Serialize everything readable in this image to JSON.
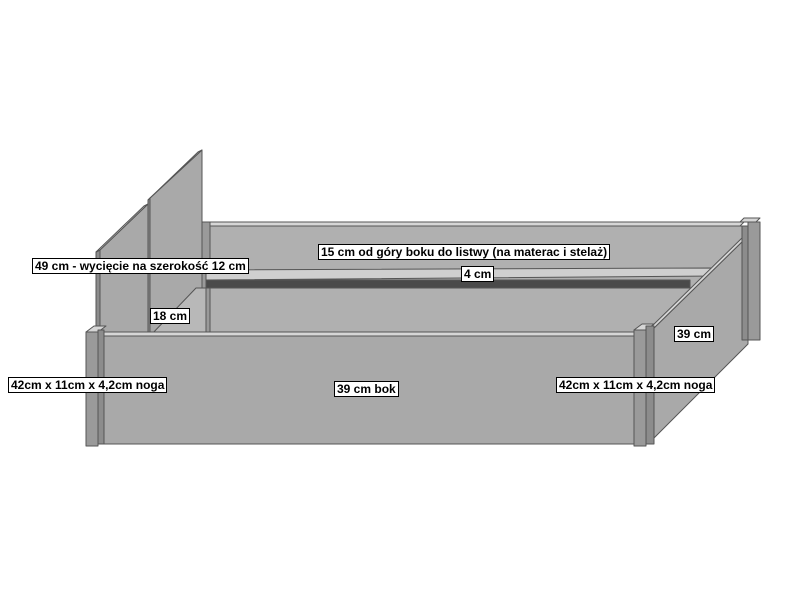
{
  "labels": {
    "headboard_height": "49 cm - wycięcie na szerokość 12 cm",
    "slat_position": "15 cm od góry boku do listwy (na materac i stelaż)",
    "slat_width": "4 cm",
    "headboard_side": "18 cm",
    "side_panel": "39 cm bok",
    "leg_left": "42cm x 11cm x 4,2cm noga",
    "leg_right": "42cm x 11cm x 4,2cm noga",
    "end_panel": "39 cm"
  },
  "colors": {
    "panel_face": "#a9a9a9",
    "panel_top": "#d6d6d6",
    "panel_edge": "#8c8c8c",
    "slat": "#4a4a4a",
    "outline": "#555555"
  }
}
